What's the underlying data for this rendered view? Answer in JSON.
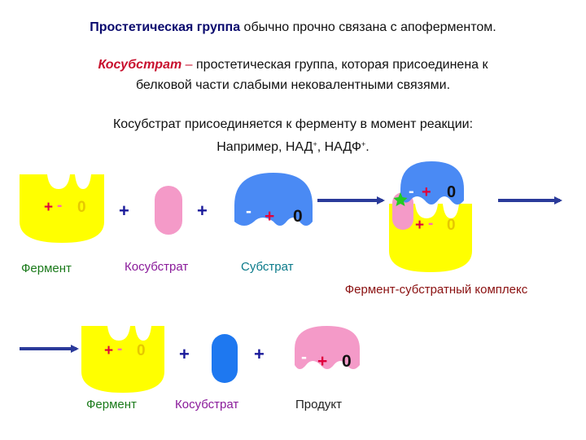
{
  "header": {
    "bold": "Простетическая группа",
    "rest": " обычно прочно связана с апоферментом."
  },
  "definition": {
    "term": "Косубстрат",
    "dash": " – ",
    "line1_rest": "простетическая группа, которая присоединена к",
    "line2": "белковой части слабыми нековалентными связями."
  },
  "join": {
    "line1": "Косубстрат присоединяется к ферменту в момент реакции:",
    "line2_prefix": "Например, НАД",
    "plus_sup1": "+",
    "comma": ", НАДФ",
    "plus_sup2": "+",
    "period": "."
  },
  "charges": {
    "plus": "+",
    "minus": "-",
    "zero": "0"
  },
  "operators": {
    "plus": "+"
  },
  "labels": {
    "enzyme_1": "Фермент",
    "cosubstrate_1": "Косубстрат",
    "substrate_1": "Субстрат",
    "complex": "Фермент-субстратный комплекс",
    "enzyme_2": "Фермент",
    "cosubstrate_2": "Косубстрат",
    "product": "Продукт"
  },
  "colors": {
    "enzyme": "#ffff00",
    "cosubstrate_pink": "#f49ac8",
    "substrate_blue": "#4a8af4",
    "cosubstrate_blue": "#1e78f0",
    "product_pink": "#f49ac8",
    "arrow": "#2a3a9a",
    "charge_plus": "#e0003c",
    "charge_minus_on_yellow": "#ff69b4",
    "charge_zero_on_yellow": "#e6c800",
    "charge_zero_dark": "#111111",
    "charge_minus_on_blue": "#ffffff",
    "charge_minus_on_pink": "#ffffff",
    "header_bold": "#0a0a6e",
    "term_red": "#c8102e",
    "label_green": "#1a7a1a",
    "label_purple": "#8a1a9a",
    "label_teal": "#0a7a8a",
    "label_darkred": "#8a1010",
    "label_dark": "#222222",
    "star": "#22cc22"
  },
  "icons": [
    "arrow-right-icon",
    "star-icon"
  ]
}
